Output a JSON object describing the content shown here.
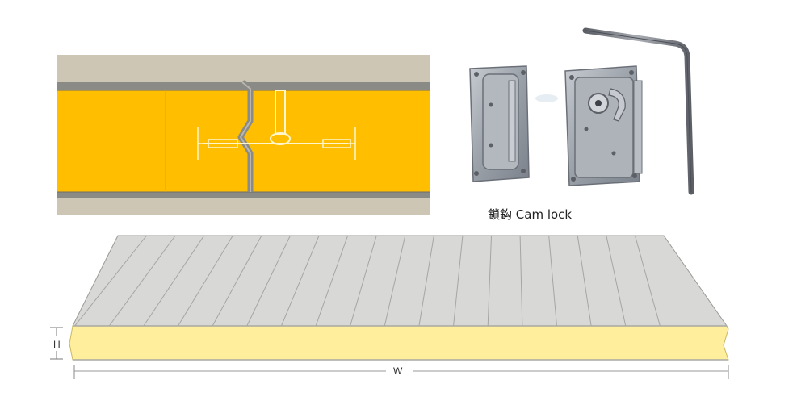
{
  "camlock": {
    "caption_cn": "鎖鈎",
    "caption_en": "Cam lock"
  },
  "dimensions": {
    "height_label": "H",
    "width_label": "W"
  },
  "colors": {
    "core_insulation": "#ffbe00",
    "skin_top": "#cdc6b5",
    "skin_line": "#8a8a86",
    "panel_top": "#d8d8d6",
    "panel_core": "#ffee9c",
    "metal": "#9aa0a8"
  },
  "icons": {
    "section": "panel-joint-section-drawing",
    "photo": "cam-lock-hardware-photo",
    "panel": "sandwich-panel-isometric-drawing"
  }
}
